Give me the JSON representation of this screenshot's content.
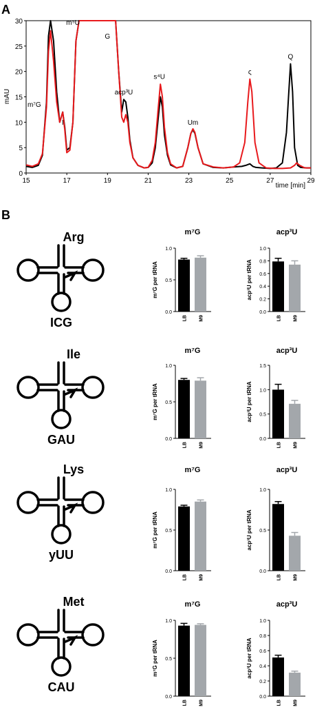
{
  "panel_labels": {
    "a": "A",
    "b": "B"
  },
  "chart_data": [
    {
      "id": "chromatogram",
      "type": "line",
      "ylabel": "mAU",
      "xlabel": "time [min]",
      "xlim": [
        15,
        29
      ],
      "ylim": [
        0,
        30
      ],
      "xticks": [
        15,
        17,
        19,
        21,
        23,
        25,
        27,
        29
      ],
      "yticks": [
        0,
        5,
        10,
        15,
        20,
        25,
        30
      ],
      "series_colors": [
        "#000000",
        "#e8191c"
      ],
      "series": [
        {
          "color": "#000000",
          "x": [
            15,
            15.3,
            15.6,
            15.8,
            16.0,
            16.1,
            16.2,
            16.35,
            16.5,
            16.65,
            16.8,
            16.9,
            17.0,
            17.15,
            17.3,
            17.45,
            17.6,
            17.72,
            17.85,
            17.95,
            18.1,
            18.3,
            18.5,
            18.75,
            19.0,
            19.2,
            19.4,
            19.55,
            19.7,
            19.8,
            19.9,
            20.0,
            20.1,
            20.25,
            20.5,
            20.8,
            21.0,
            21.2,
            21.35,
            21.5,
            21.6,
            21.7,
            21.8,
            21.95,
            22.1,
            22.4,
            22.7,
            22.95,
            23.1,
            23.2,
            23.3,
            23.45,
            23.7,
            24.2,
            24.7,
            25.2,
            25.6,
            25.8,
            26.0,
            26.15,
            26.3,
            26.6,
            27.0,
            27.3,
            27.6,
            27.8,
            27.9,
            28.0,
            28.1,
            28.2,
            28.35,
            28.5,
            28.8,
            29
          ],
          "y": [
            1.3,
            1.1,
            1.5,
            3.5,
            14,
            27,
            30,
            26,
            16,
            10,
            12,
            9,
            4.5,
            5,
            10,
            26,
            30,
            30,
            30,
            30,
            30,
            30,
            30,
            30,
            30,
            30,
            30,
            20,
            12,
            14.5,
            14,
            11,
            6.5,
            3,
            1.5,
            1,
            1.1,
            2,
            5,
            11,
            15,
            13,
            7.5,
            3.5,
            1.6,
            1,
            1.3,
            5,
            7.8,
            8.5,
            7.8,
            5,
            1.8,
            1.1,
            1,
            1.2,
            1.3,
            1.5,
            1.8,
            1.3,
            1.1,
            1,
            0.9,
            1,
            2,
            8,
            15,
            21.5,
            16,
            5,
            1.5,
            1.1,
            1,
            1
          ]
        },
        {
          "color": "#e8191c",
          "x": [
            15,
            15.3,
            15.6,
            15.8,
            16.0,
            16.1,
            16.2,
            16.35,
            16.5,
            16.65,
            16.8,
            16.9,
            17.0,
            17.15,
            17.3,
            17.45,
            17.6,
            17.72,
            17.85,
            17.95,
            18.1,
            18.3,
            18.5,
            18.75,
            19.0,
            19.2,
            19.4,
            19.55,
            19.7,
            19.8,
            19.9,
            20.0,
            20.1,
            20.25,
            20.5,
            20.8,
            21.0,
            21.2,
            21.35,
            21.5,
            21.6,
            21.7,
            21.8,
            21.95,
            22.1,
            22.4,
            22.7,
            22.95,
            23.1,
            23.2,
            23.3,
            23.45,
            23.7,
            24.2,
            24.7,
            25.2,
            25.5,
            25.75,
            25.9,
            26.0,
            26.1,
            26.25,
            26.45,
            26.8,
            27.2,
            27.6,
            28.0,
            28.2,
            28.3,
            28.45,
            28.7,
            29
          ],
          "y": [
            1.6,
            1.3,
            1.8,
            3.8,
            13,
            24,
            28,
            22,
            14,
            10,
            12,
            8.5,
            4,
            4.5,
            10,
            26,
            30,
            30,
            30,
            30,
            30,
            30,
            30,
            30,
            30,
            30,
            30,
            20,
            11,
            10,
            11.5,
            10,
            6,
            3,
            1.5,
            1,
            1.1,
            2.5,
            6,
            13,
            17.5,
            15,
            9,
            4,
            1.8,
            1,
            1.3,
            5,
            7.8,
            8.7,
            8,
            5,
            1.8,
            1.2,
            1,
            1.2,
            2,
            6,
            14,
            18.5,
            16,
            6,
            2,
            1,
            0.9,
            0.9,
            1,
            1.5,
            2,
            1.5,
            1,
            1
          ]
        }
      ],
      "annotations": [
        {
          "text": "m⁷G",
          "x": 15.4,
          "y": 13
        },
        {
          "text": "I",
          "x": 16.8,
          "y": 9.5
        },
        {
          "text": "m⁵U",
          "x": 17.3,
          "y": 29.2
        },
        {
          "text": "G",
          "x": 19.0,
          "y": 26.5
        },
        {
          "text": "acp³U",
          "x": 19.8,
          "y": 15.5
        },
        {
          "text": "s⁴U",
          "x": 21.55,
          "y": 18.5
        },
        {
          "text": "Um",
          "x": 23.2,
          "y": 9.5
        },
        {
          "text": "ς",
          "x": 26.0,
          "y": 19.5
        },
        {
          "text": "Q",
          "x": 28.0,
          "y": 22.5
        }
      ]
    },
    {
      "id": "m7g-arg",
      "type": "bar",
      "title": "m⁷G",
      "ylabel": "m⁷G per tRNA",
      "categories": [
        "LB",
        "M9"
      ],
      "values": [
        0.82,
        0.85
      ],
      "errors": [
        0.02,
        0.03
      ],
      "ylim": [
        0,
        1.0
      ],
      "yticks": [
        0.0,
        0.5,
        1.0
      ],
      "bar_colors": [
        "#000000",
        "#a3a7ab"
      ]
    },
    {
      "id": "acp3u-arg",
      "type": "bar",
      "title": "acp³U",
      "ylabel": "acp³U per tRNA",
      "categories": [
        "LB",
        "M9"
      ],
      "values": [
        0.79,
        0.74
      ],
      "errors": [
        0.05,
        0.06
      ],
      "ylim": [
        0,
        1.0
      ],
      "yticks": [
        0.0,
        0.2,
        0.4,
        0.6,
        0.8,
        1.0
      ],
      "bar_colors": [
        "#000000",
        "#a3a7ab"
      ]
    },
    {
      "id": "m7g-ile",
      "type": "bar",
      "title": "m⁷G",
      "ylabel": "m⁷G per tRNA",
      "categories": [
        "LB",
        "M9"
      ],
      "values": [
        0.8,
        0.79
      ],
      "errors": [
        0.02,
        0.04
      ],
      "ylim": [
        0,
        1.0
      ],
      "yticks": [
        0.0,
        0.5,
        1.0
      ],
      "bar_colors": [
        "#000000",
        "#a3a7ab"
      ]
    },
    {
      "id": "acp3u-ile",
      "type": "bar",
      "title": "acp³U",
      "ylabel": "acp³U per tRNA",
      "categories": [
        "LB",
        "M9"
      ],
      "values": [
        1.0,
        0.71
      ],
      "errors": [
        0.11,
        0.07
      ],
      "ylim": [
        0,
        1.5
      ],
      "yticks": [
        0.0,
        0.5,
        1.0,
        1.5
      ],
      "bar_colors": [
        "#000000",
        "#a3a7ab"
      ]
    },
    {
      "id": "m7g-lys",
      "type": "bar",
      "title": "m⁷G",
      "ylabel": "m⁷G per tRNA",
      "categories": [
        "LB",
        "M9"
      ],
      "values": [
        0.79,
        0.85
      ],
      "errors": [
        0.015,
        0.02
      ],
      "ylim": [
        0,
        1.0
      ],
      "yticks": [
        0.0,
        0.5,
        1.0
      ],
      "bar_colors": [
        "#000000",
        "#a3a7ab"
      ]
    },
    {
      "id": "acp3u-lys",
      "type": "bar",
      "title": "acp³U",
      "ylabel": "acp³U per tRNA",
      "categories": [
        "LB",
        "M9"
      ],
      "values": [
        0.82,
        0.43
      ],
      "errors": [
        0.03,
        0.04
      ],
      "ylim": [
        0,
        1.0
      ],
      "yticks": [
        0.0,
        0.5,
        1.0
      ],
      "bar_colors": [
        "#000000",
        "#a3a7ab"
      ]
    },
    {
      "id": "m7g-met",
      "type": "bar",
      "title": "m⁷G",
      "ylabel": "m⁷G per tRNA",
      "categories": [
        "LB",
        "M9"
      ],
      "values": [
        0.93,
        0.94
      ],
      "errors": [
        0.03,
        0.015
      ],
      "ylim": [
        0,
        1.0
      ],
      "yticks": [
        0.0,
        0.5,
        1.0
      ],
      "bar_colors": [
        "#000000",
        "#a3a7ab"
      ]
    },
    {
      "id": "acp3u-met",
      "type": "bar",
      "title": "acp³U",
      "ylabel": "acp³U per tRNA",
      "categories": [
        "LB",
        "M9"
      ],
      "values": [
        0.51,
        0.31
      ],
      "errors": [
        0.03,
        0.02
      ],
      "ylim": [
        0,
        1.0
      ],
      "yticks": [
        0.0,
        0.2,
        0.4,
        0.6,
        0.8,
        1.0
      ],
      "bar_colors": [
        "#000000",
        "#a3a7ab"
      ]
    }
  ],
  "trnas": [
    {
      "name": "Arg",
      "anticodon": "ICG"
    },
    {
      "name": "Ile",
      "anticodon": "GAU"
    },
    {
      "name": "Lys",
      "anticodon": "yUU"
    },
    {
      "name": "Met",
      "anticodon": "CAU"
    }
  ]
}
